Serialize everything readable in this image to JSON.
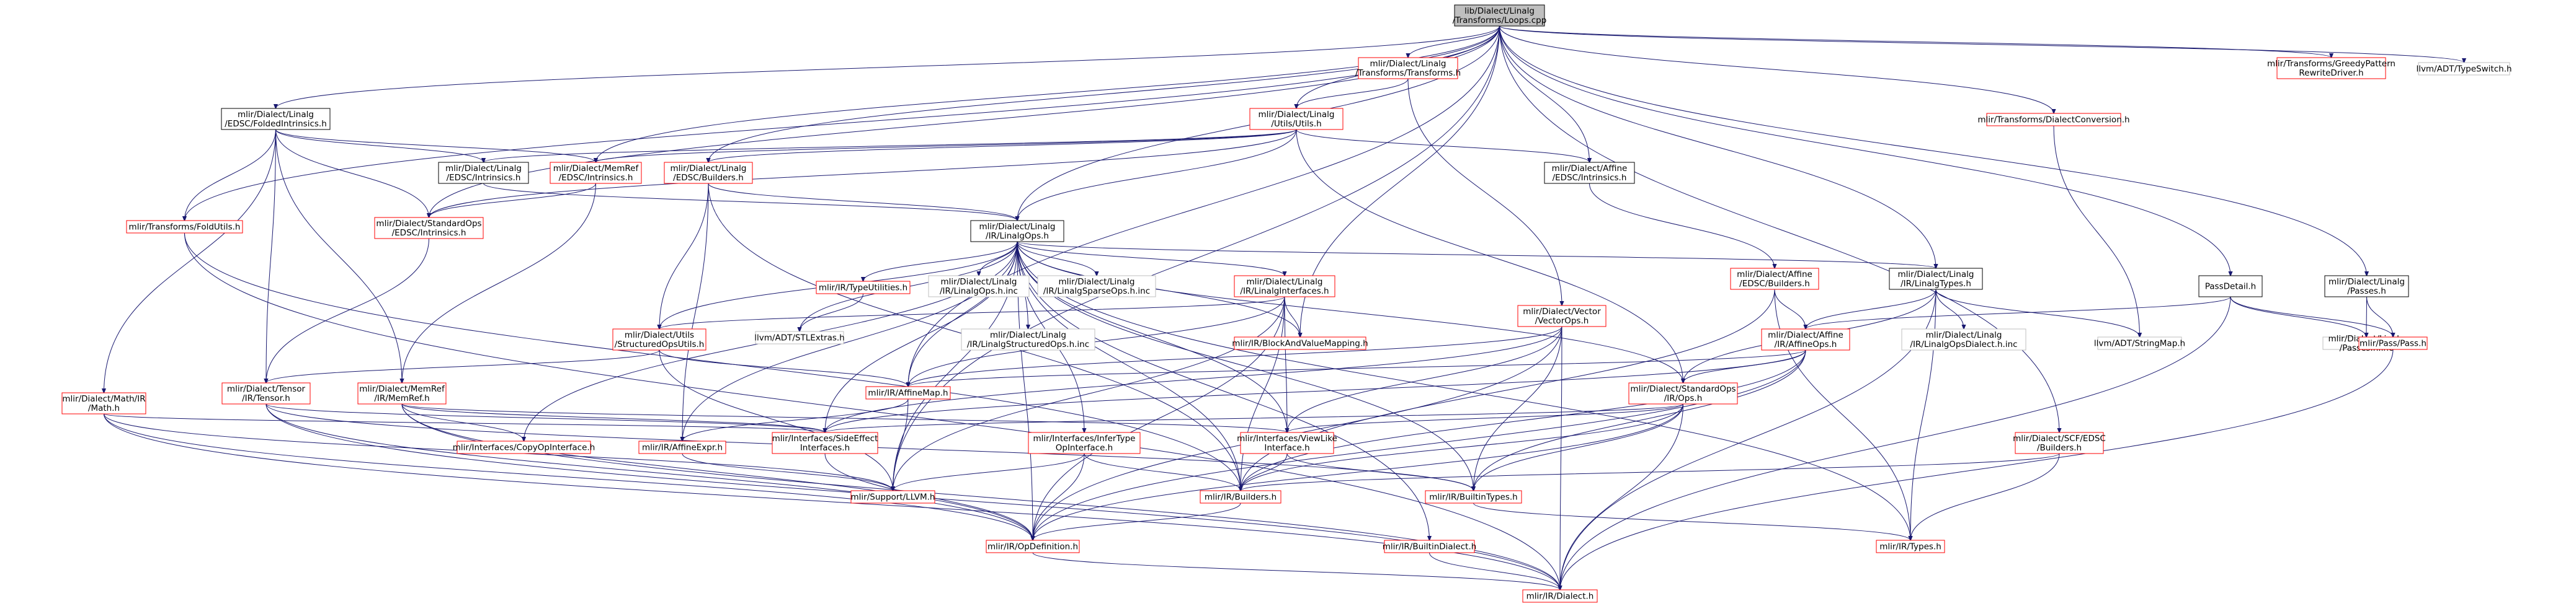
{
  "colors": {
    "root_fill": "#bfbfbf",
    "node_fill": "#ffffff",
    "doc_text": "#000000",
    "doc_border": "#000000",
    "missing_text": "#000000",
    "missing_border": "#bfbfbf",
    "linked_text": "#000000",
    "linked_border": "#ff0000",
    "edge": "#191970"
  },
  "nodes": [
    {
      "id": "root",
      "lines": [
        "lib/Dialect/Linalg",
        "/Transforms/Loops.cpp"
      ],
      "kind": "root"
    },
    {
      "id": "folded",
      "lines": [
        "mlir/Dialect/Linalg",
        "/EDSC/FoldedIntrinsics.h"
      ],
      "kind": "doc"
    },
    {
      "id": "linTrans",
      "lines": [
        "mlir/Dialect/Linalg",
        "/Transforms/Transforms.h"
      ],
      "kind": "linked"
    },
    {
      "id": "utils",
      "lines": [
        "mlir/Dialect/Linalg",
        "/Utils/Utils.h"
      ],
      "kind": "linked"
    },
    {
      "id": "linIntr",
      "lines": [
        "mlir/Dialect/Linalg",
        "/EDSC/Intrinsics.h"
      ],
      "kind": "doc"
    },
    {
      "id": "memrefIntr",
      "lines": [
        "mlir/Dialect/MemRef",
        "/EDSC/Intrinsics.h"
      ],
      "kind": "linked"
    },
    {
      "id": "linBuilders",
      "lines": [
        "mlir/Dialect/Linalg",
        "/EDSC/Builders.h"
      ],
      "kind": "linked"
    },
    {
      "id": "affIntr",
      "lines": [
        "mlir/Dialect/Affine",
        "/EDSC/Intrinsics.h"
      ],
      "kind": "doc"
    },
    {
      "id": "foldUtils",
      "lines": [
        "mlir/Transforms/FoldUtils.h"
      ],
      "kind": "linked"
    },
    {
      "id": "stdIntr",
      "lines": [
        "mlir/Dialect/StandardOps",
        "/EDSC/Intrinsics.h"
      ],
      "kind": "linked"
    },
    {
      "id": "linOps",
      "lines": [
        "mlir/Dialect/Linalg",
        "/IR/LinalgOps.h"
      ],
      "kind": "doc"
    },
    {
      "id": "dialectConv",
      "lines": [
        "mlir/Transforms/DialectConversion.h"
      ],
      "kind": "linked"
    },
    {
      "id": "greedy",
      "lines": [
        "mlir/Transforms/GreedyPattern",
        "RewriteDriver.h"
      ],
      "kind": "linked"
    },
    {
      "id": "typeSwitch",
      "lines": [
        "llvm/ADT/TypeSwitch.h"
      ],
      "kind": "missing"
    },
    {
      "id": "affBuilders",
      "lines": [
        "mlir/Dialect/Affine",
        "/EDSC/Builders.h"
      ],
      "kind": "linked"
    },
    {
      "id": "vectorOps",
      "lines": [
        "mlir/Dialect/Vector",
        "/VectorOps.h"
      ],
      "kind": "linked"
    },
    {
      "id": "linTypes",
      "lines": [
        "mlir/Dialect/Linalg",
        "/IR/LinalgTypes.h"
      ],
      "kind": "doc"
    },
    {
      "id": "passDetail",
      "lines": [
        "PassDetail.h"
      ],
      "kind": "doc"
    },
    {
      "id": "linPasses",
      "lines": [
        "mlir/Dialect/Linalg",
        "/Passes.h"
      ],
      "kind": "doc"
    },
    {
      "id": "mathIR",
      "lines": [
        "mlir/Dialect/Math/IR",
        "/Math.h"
      ],
      "kind": "linked"
    },
    {
      "id": "typeUtil",
      "lines": [
        "mlir/IR/TypeUtilities.h"
      ],
      "kind": "linked"
    },
    {
      "id": "linOpsInc",
      "lines": [
        "mlir/Dialect/Linalg",
        "/IR/LinalgOps.h.inc"
      ],
      "kind": "missing"
    },
    {
      "id": "linSparseInc",
      "lines": [
        "mlir/Dialect/Linalg",
        "/IR/LinalgSparseOps.h.inc"
      ],
      "kind": "missing"
    },
    {
      "id": "linInterfaces",
      "lines": [
        "mlir/Dialect/Linalg",
        "/IR/LinalgInterfaces.h"
      ],
      "kind": "linked"
    },
    {
      "id": "structUtils",
      "lines": [
        "mlir/Dialect/Utils",
        "/StructuredOpsUtils.h"
      ],
      "kind": "linked"
    },
    {
      "id": "stlExtras",
      "lines": [
        "llvm/ADT/STLExtras.h"
      ],
      "kind": "missing"
    },
    {
      "id": "blockMap",
      "lines": [
        "mlir/IR/BlockAndValueMapping.h"
      ],
      "kind": "linked"
    },
    {
      "id": "linStructInc",
      "lines": [
        "mlir/Dialect/Linalg",
        "/IR/LinalgStructuredOps.h.inc"
      ],
      "kind": "missing"
    },
    {
      "id": "affOps",
      "lines": [
        "mlir/Dialect/Affine",
        "/IR/AffineOps.h"
      ],
      "kind": "linked"
    },
    {
      "id": "stringMap",
      "lines": [
        "llvm/ADT/StringMap.h"
      ],
      "kind": "missing"
    },
    {
      "id": "linDialectInc",
      "lines": [
        "mlir/Dialect/Linalg",
        "/IR/LinalgOpsDialect.h.inc"
      ],
      "kind": "missing"
    },
    {
      "id": "passesInc",
      "lines": [
        "mlir/Dialect/Linalg",
        "/Passes.h.inc"
      ],
      "kind": "missing"
    },
    {
      "id": "passH",
      "lines": [
        "mlir/Pass/Pass.h"
      ],
      "kind": "linked"
    },
    {
      "id": "tensor",
      "lines": [
        "mlir/Dialect/Tensor",
        "/IR/Tensor.h"
      ],
      "kind": "linked"
    },
    {
      "id": "memrefIR",
      "lines": [
        "mlir/Dialect/MemRef",
        "/IR/MemRef.h"
      ],
      "kind": "linked"
    },
    {
      "id": "affineMap",
      "lines": [
        "mlir/IR/AffineMap.h"
      ],
      "kind": "linked"
    },
    {
      "id": "stdOps",
      "lines": [
        "mlir/Dialect/StandardOps",
        "/IR/Ops.h"
      ],
      "kind": "linked"
    },
    {
      "id": "copyOp",
      "lines": [
        "mlir/Interfaces/CopyOpInterface.h"
      ],
      "kind": "linked"
    },
    {
      "id": "affineExpr",
      "lines": [
        "mlir/IR/AffineExpr.h"
      ],
      "kind": "linked"
    },
    {
      "id": "sideEffect",
      "lines": [
        "mlir/Interfaces/SideEffect",
        "Interfaces.h"
      ],
      "kind": "linked"
    },
    {
      "id": "inferType",
      "lines": [
        "mlir/Interfaces/InferType",
        "OpInterface.h"
      ],
      "kind": "linked"
    },
    {
      "id": "viewLike",
      "lines": [
        "mlir/Interfaces/ViewLike",
        "Interface.h"
      ],
      "kind": "linked"
    },
    {
      "id": "scfBuilders",
      "lines": [
        "mlir/Dialect/SCF/EDSC",
        "/Builders.h"
      ],
      "kind": "linked"
    },
    {
      "id": "llvmH",
      "lines": [
        "mlir/Support/LLVM.h"
      ],
      "kind": "linked"
    },
    {
      "id": "irBuilders",
      "lines": [
        "mlir/IR/Builders.h"
      ],
      "kind": "linked"
    },
    {
      "id": "builtinTypes",
      "lines": [
        "mlir/IR/BuiltinTypes.h"
      ],
      "kind": "linked"
    },
    {
      "id": "opDef",
      "lines": [
        "mlir/IR/OpDefinition.h"
      ],
      "kind": "linked"
    },
    {
      "id": "builtinDialect",
      "lines": [
        "mlir/IR/BuiltinDialect.h"
      ],
      "kind": "linked"
    },
    {
      "id": "types",
      "lines": [
        "mlir/IR/Types.h"
      ],
      "kind": "linked"
    },
    {
      "id": "dialect",
      "lines": [
        "mlir/IR/Dialect.h"
      ],
      "kind": "linked"
    }
  ]
}
